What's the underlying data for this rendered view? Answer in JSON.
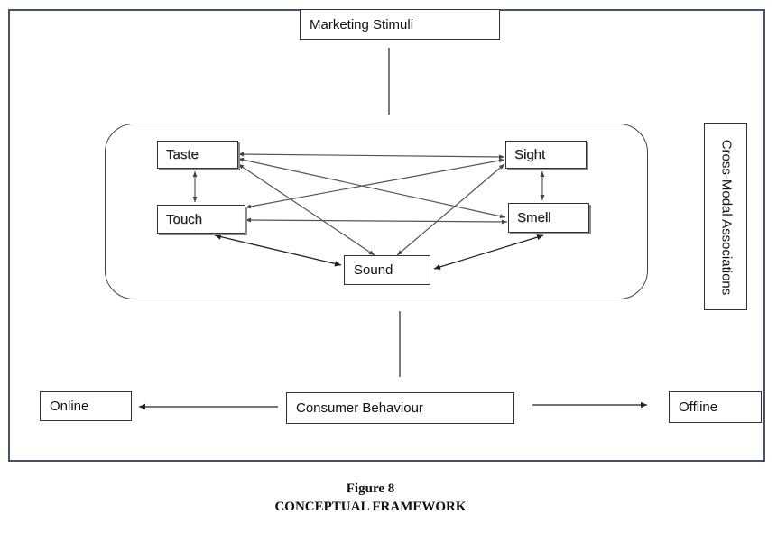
{
  "diagram": {
    "top_box": "Marketing Stimuli",
    "senses": {
      "taste": "Taste",
      "sight": "Sight",
      "touch": "Touch",
      "smell": "Smell",
      "sound": "Sound"
    },
    "side_label": "Cross-Modal Associations",
    "center_box": "Consumer Behaviour",
    "left_box": "Online",
    "right_box": "Offline"
  },
  "caption": {
    "figure": "Figure 8",
    "title": "CONCEPTUAL FRAMEWORK"
  }
}
